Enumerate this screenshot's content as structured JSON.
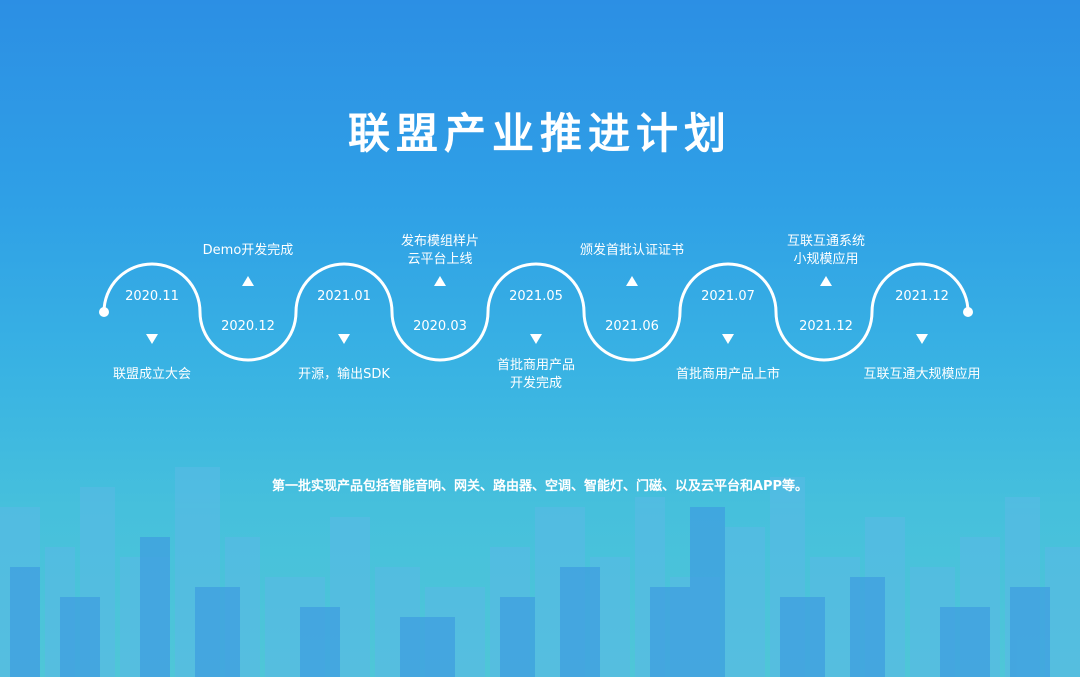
{
  "title": "联盟产业推进计划",
  "footer": "第一批实现产品包括智能音响、网关、路由器、空调、智能灯、门磁、以及云平台和APP等。",
  "colors": {
    "line": "#ffffff",
    "bg_top": "#2c8fe4",
    "bg_bottom": "#4fc6d8"
  },
  "milestones": [
    {
      "date": "2020.11",
      "event": [
        "联盟成立大会"
      ],
      "position": "below"
    },
    {
      "date": "2020.12",
      "event": [
        "Demo开发完成"
      ],
      "position": "above"
    },
    {
      "date": "2021.01",
      "event": [
        "开源，输出SDK"
      ],
      "position": "below"
    },
    {
      "date": "2020.03",
      "event": [
        "发布模组样片",
        "云平台上线"
      ],
      "position": "above"
    },
    {
      "date": "2021.05",
      "event": [
        "首批商用产品",
        "开发完成"
      ],
      "position": "below"
    },
    {
      "date": "2021.06",
      "event": [
        "颁发首批认证证书"
      ],
      "position": "above"
    },
    {
      "date": "2021.07",
      "event": [
        "首批商用产品上市"
      ],
      "position": "below"
    },
    {
      "date": "2021.12",
      "event": [
        "互联互通系统",
        "小规模应用"
      ],
      "position": "above"
    },
    {
      "date": "2021.12",
      "event": [
        "互联互通大规模应用"
      ],
      "position": "below"
    }
  ]
}
